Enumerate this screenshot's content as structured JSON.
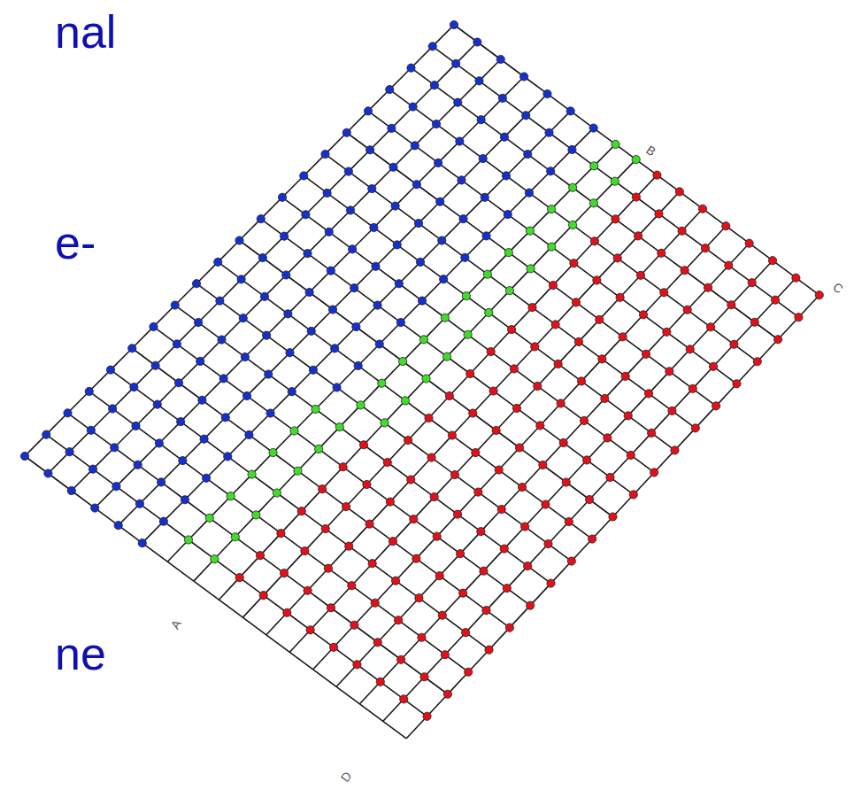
{
  "diagram": {
    "labels": [
      "nal",
      "e-",
      "ne",
      "A",
      "B",
      "C",
      "D"
    ]
  }
}
